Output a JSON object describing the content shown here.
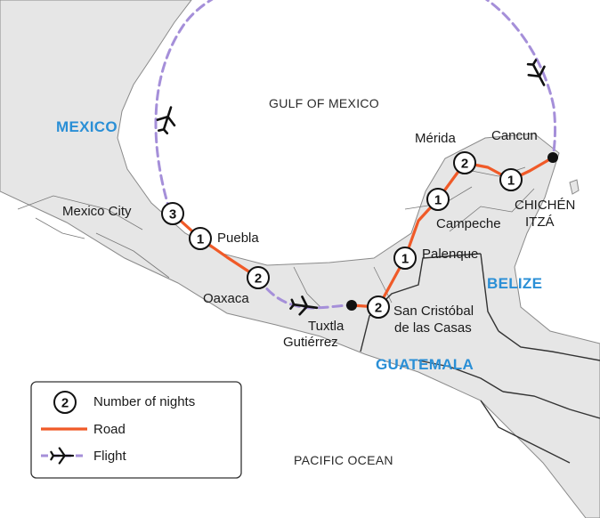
{
  "map": {
    "labels": {
      "gulf": "GULF OF MEXICO",
      "pacific": "PACIFIC OCEAN",
      "mexico": "MEXICO",
      "belize": "BELIZE",
      "guatemala": "GUATEMALA"
    },
    "cities": {
      "mexico_city": "Mexico City",
      "puebla": "Puebla",
      "oaxaca": "Oaxaca",
      "tuxtla_1": "Tuxtla",
      "tuxtla_2": "Gutiérrez",
      "san_cristobal_1": "San Cristóbal",
      "san_cristobal_2": "de las Casas",
      "palenque": "Palenque",
      "campeche": "Campeche",
      "merida": "Mérida",
      "cancun": "Cancun",
      "chichen_1": "CHICHÉN",
      "chichen_2": "ITZÁ"
    },
    "nights": {
      "mexico_city": "3",
      "puebla": "1",
      "oaxaca": "2",
      "san_cristobal": "2",
      "palenque": "1",
      "campeche": "1",
      "merida": "2",
      "chichen_itza": "1"
    },
    "colors": {
      "road": "#f05a28",
      "flight": "#a58fd9",
      "land": "#e6e6e6",
      "water": "#ffffff",
      "border": "#555555",
      "country_label": "#2a8fd6"
    }
  },
  "legend": {
    "nights_sample": "2",
    "nights_label": "Number of nights",
    "road_label": "Road",
    "flight_label": "Flight"
  }
}
